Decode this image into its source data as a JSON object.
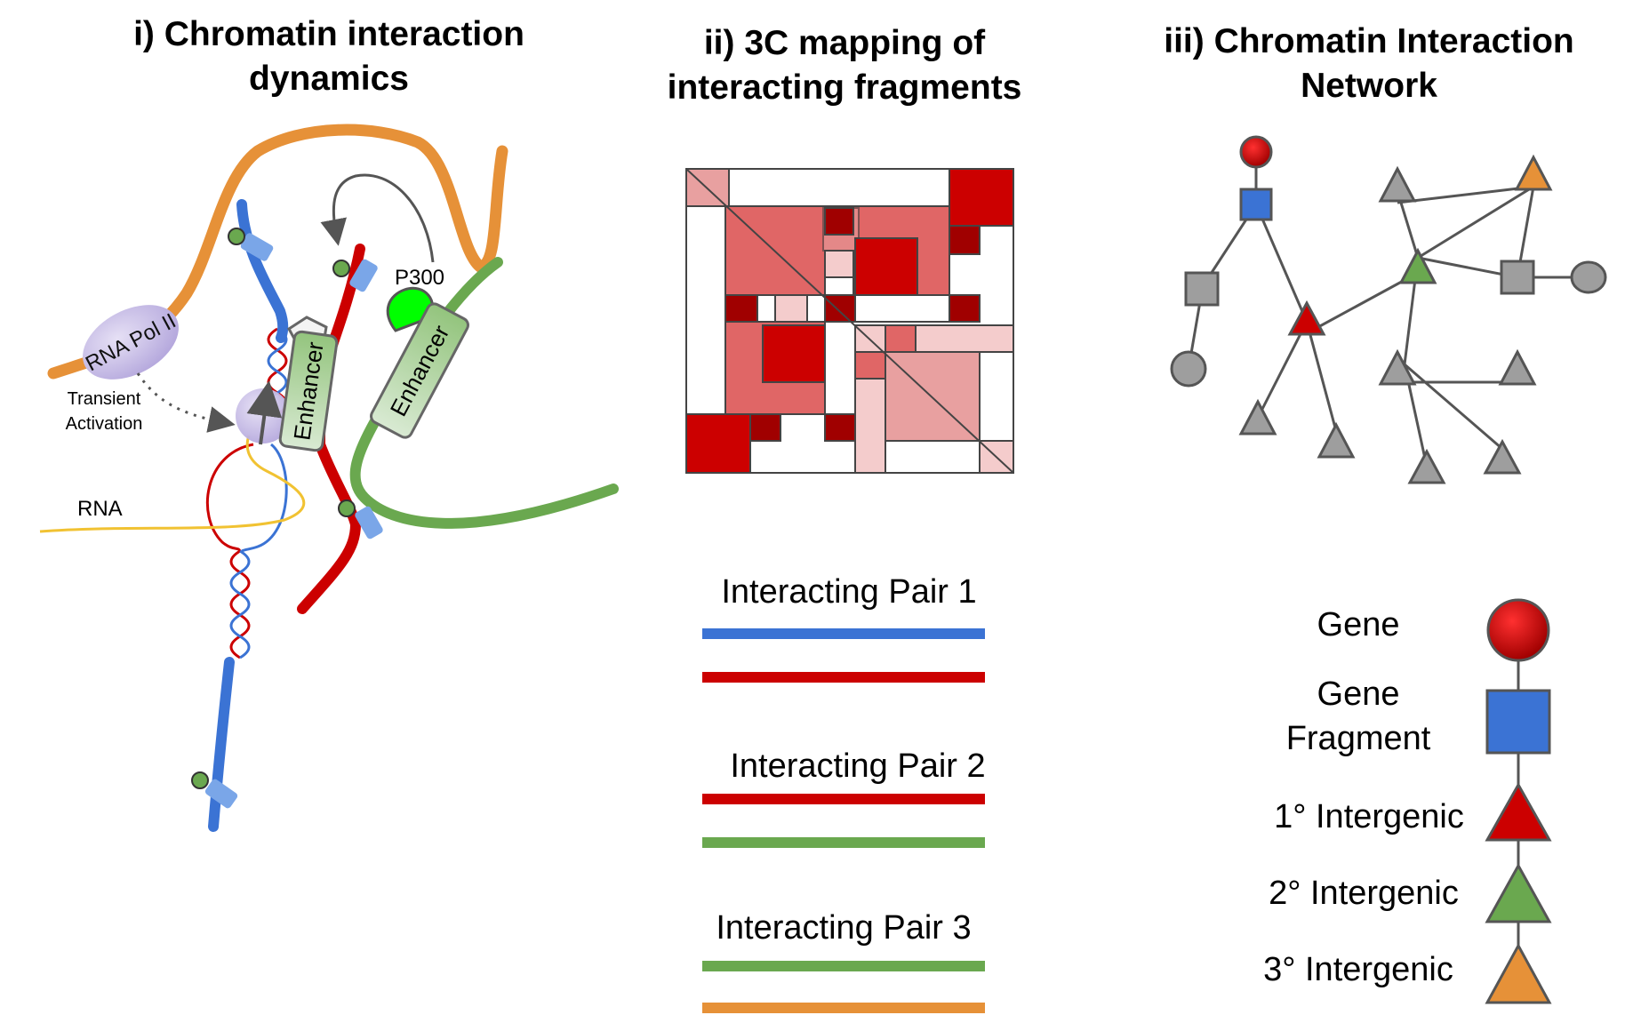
{
  "panels": {
    "dynamics": {
      "title_line1": "i) Chromatin interaction",
      "title_line2": "dynamics",
      "labels": {
        "rna_pol": "RNA Pol II",
        "transient_line1": "Transient",
        "transient_line2": "Activation",
        "rna": "RNA",
        "p300": "P300",
        "enhancer_a": "Enhancer",
        "enhancer_b": "Enhancer"
      }
    },
    "mapping": {
      "title_line1": "ii) 3C mapping of",
      "title_line2": "interacting fragments",
      "pairs": [
        {
          "label": "Interacting Pair 1",
          "color_top": "#3b73d4",
          "color_bottom": "#cc0000"
        },
        {
          "label": "Interacting Pair 2",
          "color_top": "#cc0000",
          "color_bottom": "#6aa84f"
        },
        {
          "label": "Interacting Pair 3",
          "color_top": "#6aa84f",
          "color_bottom": "#e69138"
        }
      ]
    },
    "network": {
      "title_line1": "iii) Chromatin Interaction",
      "title_line2": "Network",
      "legend": [
        {
          "label": "Gene",
          "shape": "circle",
          "color": "#cc0000"
        },
        {
          "label_line1": "Gene",
          "label_line2": "Fragment",
          "shape": "square",
          "color": "#3b73d4"
        },
        {
          "label": "1° Intergenic",
          "shape": "triangle",
          "color": "#cc0000"
        },
        {
          "label": "2° Intergenic",
          "shape": "triangle",
          "color": "#6aa84f"
        },
        {
          "label": "3° Intergenic",
          "shape": "triangle",
          "color": "#e69138"
        }
      ]
    }
  },
  "colors": {
    "blue_strand": "#3b73d4",
    "red_strand": "#cc0000",
    "green_strand": "#6aa84f",
    "orange_strand": "#e69138",
    "pol_lavender": "#c9c0e6",
    "enhancer_green": "#b6d7a8",
    "p300_green": "#00ff00",
    "rna_yellow": "#f1c232",
    "node_grey": "#9e9e9e"
  }
}
